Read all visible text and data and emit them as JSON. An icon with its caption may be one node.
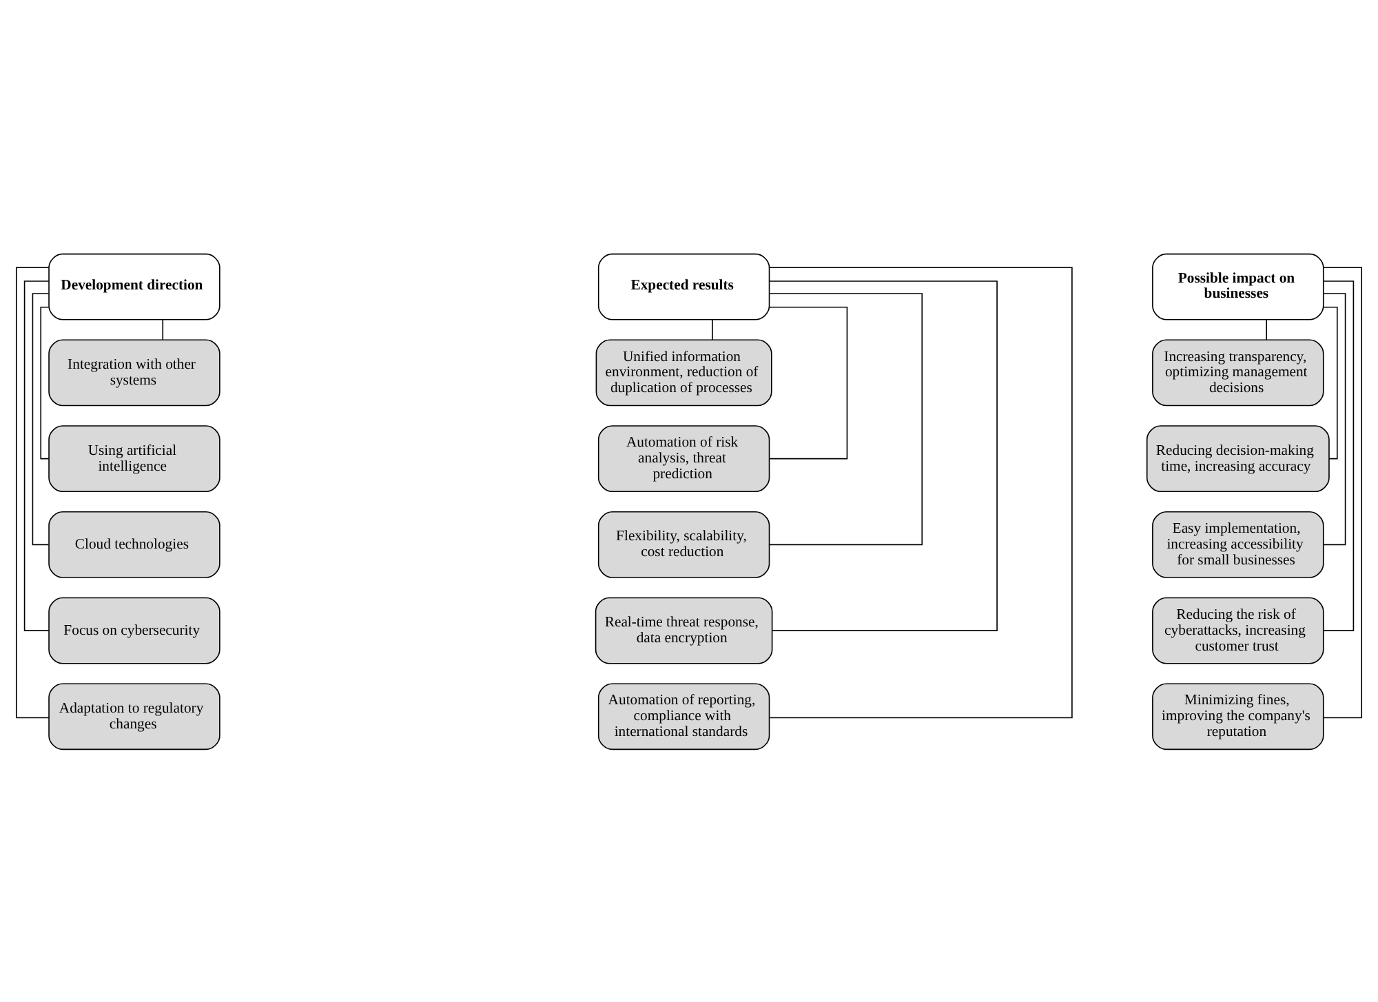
{
  "diagram": {
    "nodes": [
      {
        "text": [
          "Development direction"
        ]
      },
      {
        "text": [
          "Integration with other systems"
        ]
      },
      {
        "text": [
          "Using artificial intelligence"
        ]
      },
      {
        "text": [
          "Cloud technologies"
        ]
      },
      {
        "text": [
          "Focus on cybersecurity"
        ]
      },
      {
        "text": [
          "Adaptation to regulatory changes"
        ]
      },
      {
        "text": [
          "Expected results"
        ]
      },
      {
        "text": [
          "Unified information environment, reduction of duplication of processes"
        ]
      },
      {
        "text": [
          "Automation of risk analysis, threat prediction"
        ]
      },
      {
        "text": [
          "Flexibility, scalability, cost reduction"
        ]
      },
      {
        "text": [
          "Real-time threat response, data encryption"
        ]
      },
      {
        "text": [
          "Automation of reporting, compliance with international standards"
        ]
      },
      {
        "text": [
          "Possible impact on businesses"
        ]
      },
      {
        "text": [
          "Increasing transparency, optimizing management decisions"
        ]
      },
      {
        "text": [
          "Reducing decision-making time, increasing accuracy"
        ]
      },
      {
        "text": [
          "Easy implementation, increasing accessibility for small businesses"
        ]
      },
      {
        "text": [
          "Reducing the risk of cyberattacks, increasing customer trust"
        ]
      },
      {
        "text": [
          "Minimizing fines, improving the company's reputation"
        ]
      }
    ],
    "edges": [
      {
        "from": 0,
        "to": 1,
        "arrow": "none"
      },
      {
        "from": 0,
        "to": 2,
        "arrow": "none"
      },
      {
        "from": 0,
        "to": 3,
        "arrow": "none"
      },
      {
        "from": 0,
        "to": 4,
        "arrow": "none"
      },
      {
        "from": 0,
        "to": 5,
        "arrow": "none"
      },
      {
        "from": 6,
        "to": 7,
        "arrow": "none"
      },
      {
        "from": 6,
        "to": 8,
        "arrow": "none"
      },
      {
        "from": 6,
        "to": 9,
        "arrow": "none"
      },
      {
        "from": 6,
        "to": 10,
        "arrow": "none"
      },
      {
        "from": 6,
        "to": 11,
        "arrow": "none"
      },
      {
        "from": 12,
        "to": 13,
        "arrow": "none"
      },
      {
        "from": 12,
        "to": 14,
        "arrow": "none"
      },
      {
        "from": 12,
        "to": 15,
        "arrow": "none"
      },
      {
        "from": 12,
        "to": 16,
        "arrow": "none"
      },
      {
        "from": 12,
        "to": 17,
        "arrow": "none"
      }
    ]
  }
}
